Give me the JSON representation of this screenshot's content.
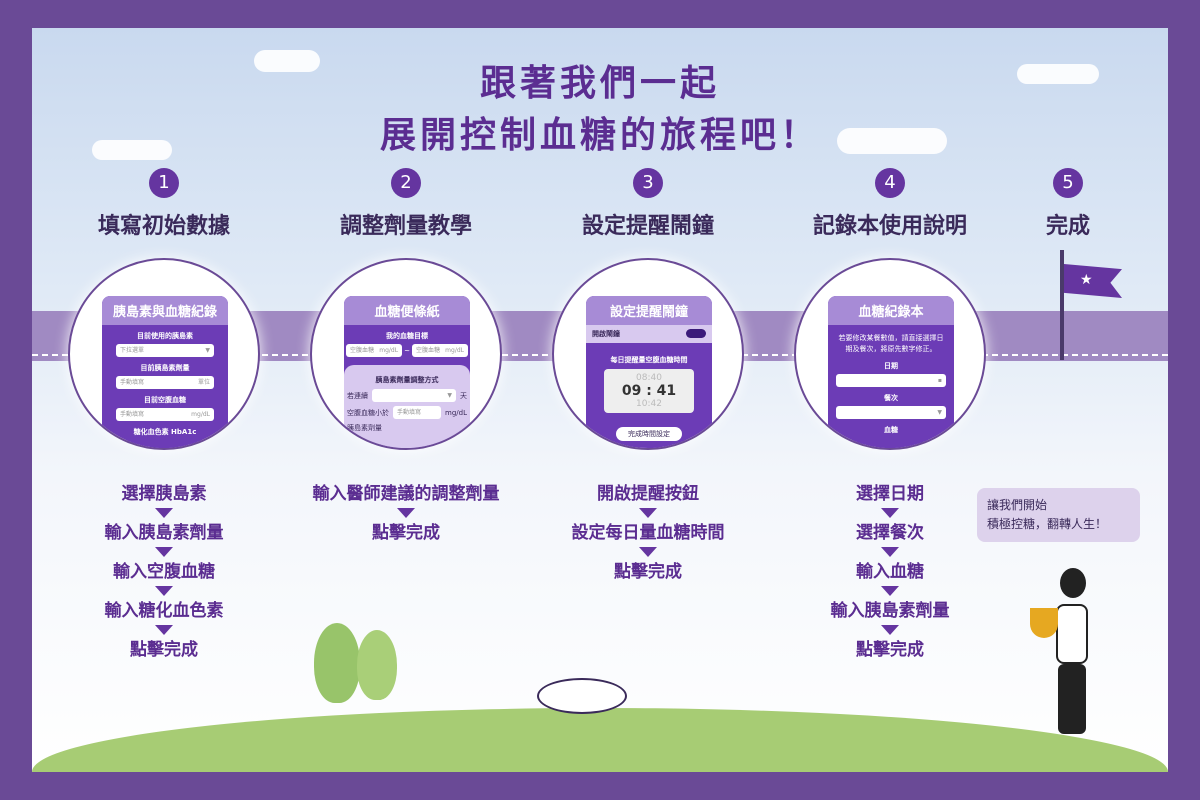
{
  "title": {
    "line1": "跟著我們一起",
    "line2": "展開控制血糖的旅程吧！"
  },
  "steps": [
    {
      "number": "1",
      "title": "填寫初始數據",
      "items": [
        "選擇胰島素",
        "輸入胰島素劑量",
        "輸入空腹血糖",
        "輸入糖化血色素",
        "點擊完成"
      ]
    },
    {
      "number": "2",
      "title": "調整劑量教學",
      "items": [
        "輸入醫師建議的調整劑量",
        "點擊完成"
      ]
    },
    {
      "number": "3",
      "title": "設定提醒鬧鐘",
      "items": [
        "開啟提醒按鈕",
        "設定每日量血糖時間",
        "點擊完成"
      ]
    },
    {
      "number": "4",
      "title": "記錄本使用說明",
      "items": [
        "選擇日期",
        "選擇餐次",
        "輸入血糖",
        "輸入胰島素劑量",
        "點擊完成"
      ]
    },
    {
      "number": "5",
      "title": "完成"
    }
  ],
  "screens": {
    "s1": {
      "header": "胰島素與血糖紀錄",
      "l1": "目前使用的胰島素",
      "p1": "下拉選單",
      "l2": "目前胰島素劑量",
      "p2": "手動填寫",
      "u2": "單位",
      "l3": "目前空腹血糖",
      "p3": "手動填寫",
      "u3": "mg/dL",
      "l4": "糖化血色素 HbA1c"
    },
    "s2": {
      "header": "血糖便條紙",
      "l1": "我的血糖目標",
      "p1": "空腹血糖",
      "u1": "mg/dL",
      "sep": "~",
      "l2": "胰島素劑量調整方式",
      "l3": "若連續",
      "u3": "天",
      "l4": "空腹血糖小於",
      "p4": "手動填寫",
      "u4": "mg/dL",
      "l5": "胰島素劑量"
    },
    "s3": {
      "header": "設定提醒鬧鐘",
      "toggle": "開啟鬧鐘",
      "l1": "每日提醒量空腹血糖時間",
      "t0": "08:40",
      "t1": "09 : 41",
      "t2": "10:42",
      "button": "完成時間設定"
    },
    "s4": {
      "header": "血糖紀錄本",
      "note": "若要修改某餐數值，請直接選擇日期及餐次，將原先數字修正。",
      "l1": "日期",
      "l2": "餐次",
      "l3": "血糖"
    }
  },
  "bubble": {
    "line1": "讓我們開始",
    "line2": "積極控糖，翻轉人生！"
  },
  "colors": {
    "border": "#6a4a96",
    "accent": "#5b2d91",
    "road": "#a08ac2",
    "grass": "#a7cc74"
  }
}
